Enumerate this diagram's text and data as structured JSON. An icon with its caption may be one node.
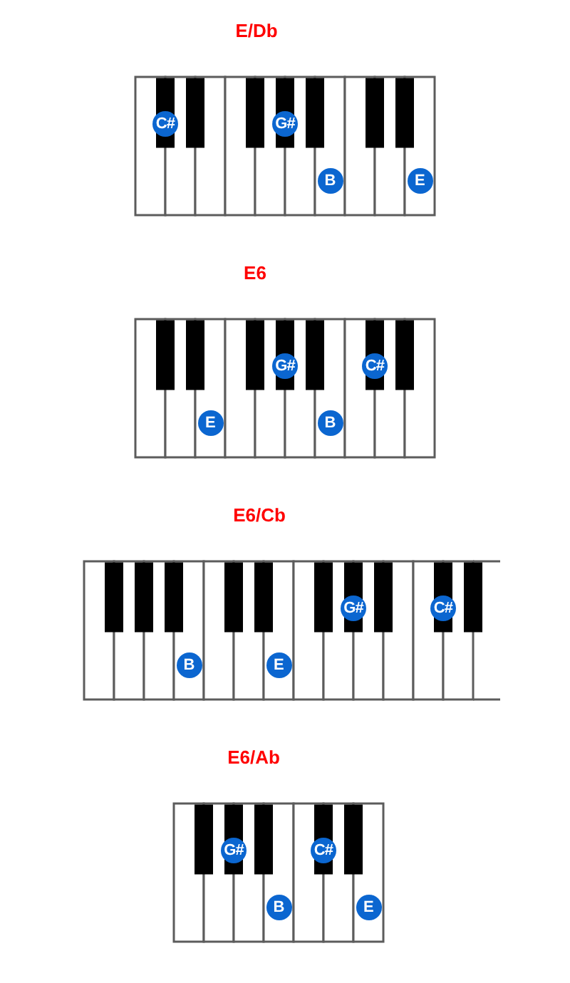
{
  "diagram": {
    "nodes": [
      {
        "text": [
          "E/Db"
        ]
      },
      {
        "text": [
          "C#"
        ],
        "in": 0
      },
      {
        "text": [
          "G#"
        ],
        "in": 0
      },
      {
        "text": [
          "B"
        ],
        "in": 0
      },
      {
        "text": [
          "E"
        ],
        "in": 0
      },
      {
        "text": [
          "E6"
        ]
      },
      {
        "text": [
          "E"
        ],
        "in": 5
      },
      {
        "text": [
          "G#"
        ],
        "in": 5
      },
      {
        "text": [
          "B"
        ],
        "in": 5
      },
      {
        "text": [
          "C#"
        ],
        "in": 5
      },
      {
        "text": [
          "E6/Cb"
        ]
      },
      {
        "text": [
          "B"
        ],
        "in": 10
      },
      {
        "text": [
          "E"
        ],
        "in": 10
      },
      {
        "text": [
          "G#"
        ],
        "in": 10
      },
      {
        "text": [
          "C#"
        ],
        "in": 10
      },
      {
        "text": [
          "E6/Ab"
        ]
      },
      {
        "text": [
          "G#"
        ],
        "in": 15
      },
      {
        "text": [
          "B"
        ],
        "in": 15
      },
      {
        "text": [
          "C#"
        ],
        "in": 15
      },
      {
        "text": [
          "E"
        ],
        "in": 15
      }
    ]
  }
}
